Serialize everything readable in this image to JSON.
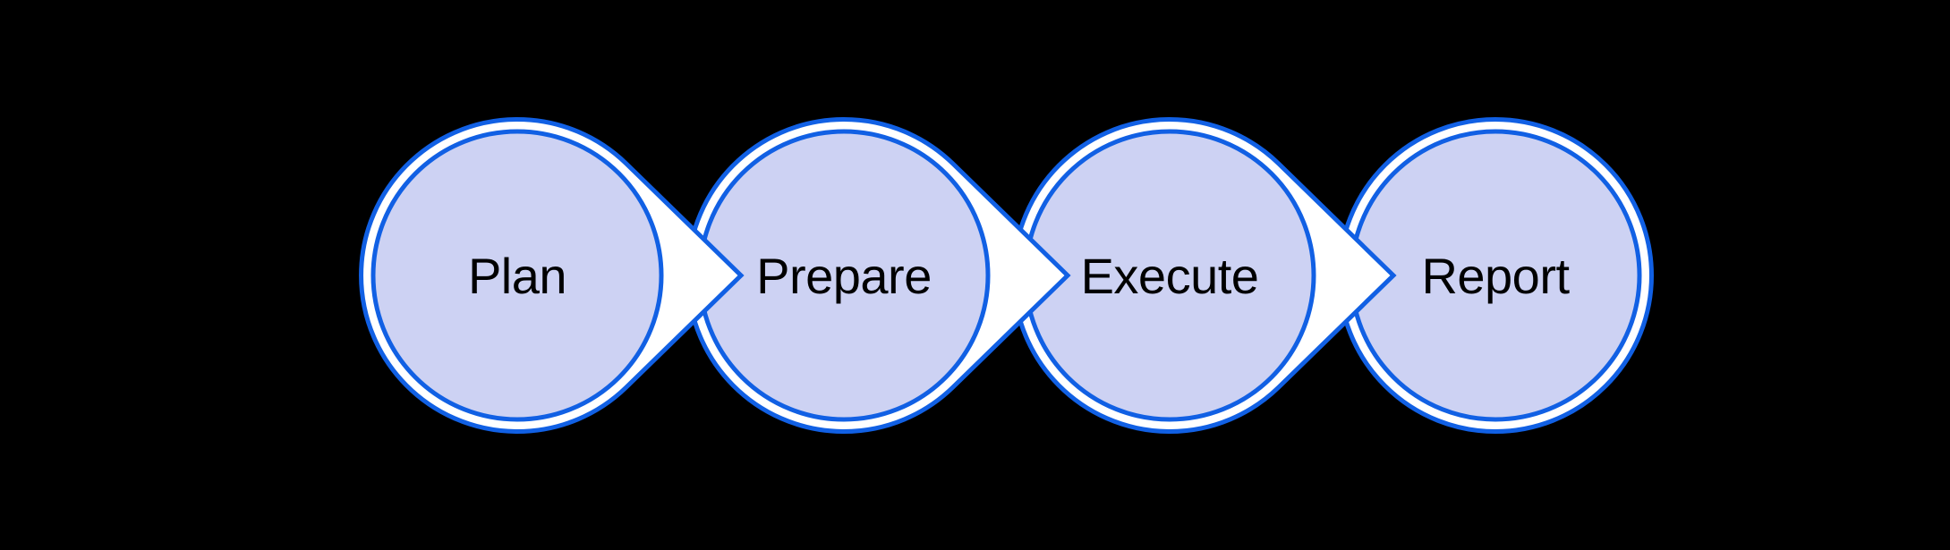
{
  "diagram": {
    "kind": "process-flow",
    "steps": [
      {
        "label": "Plan"
      },
      {
        "label": "Prepare"
      },
      {
        "label": "Execute"
      },
      {
        "label": "Report"
      }
    ]
  },
  "colors": {
    "background": "#000000",
    "outline": "#1160E4",
    "arrow_fill": "#FFFFFF",
    "ring_gap": "#FFFFFF",
    "circle_fill": "#CDD2F3",
    "text": "#000000"
  }
}
